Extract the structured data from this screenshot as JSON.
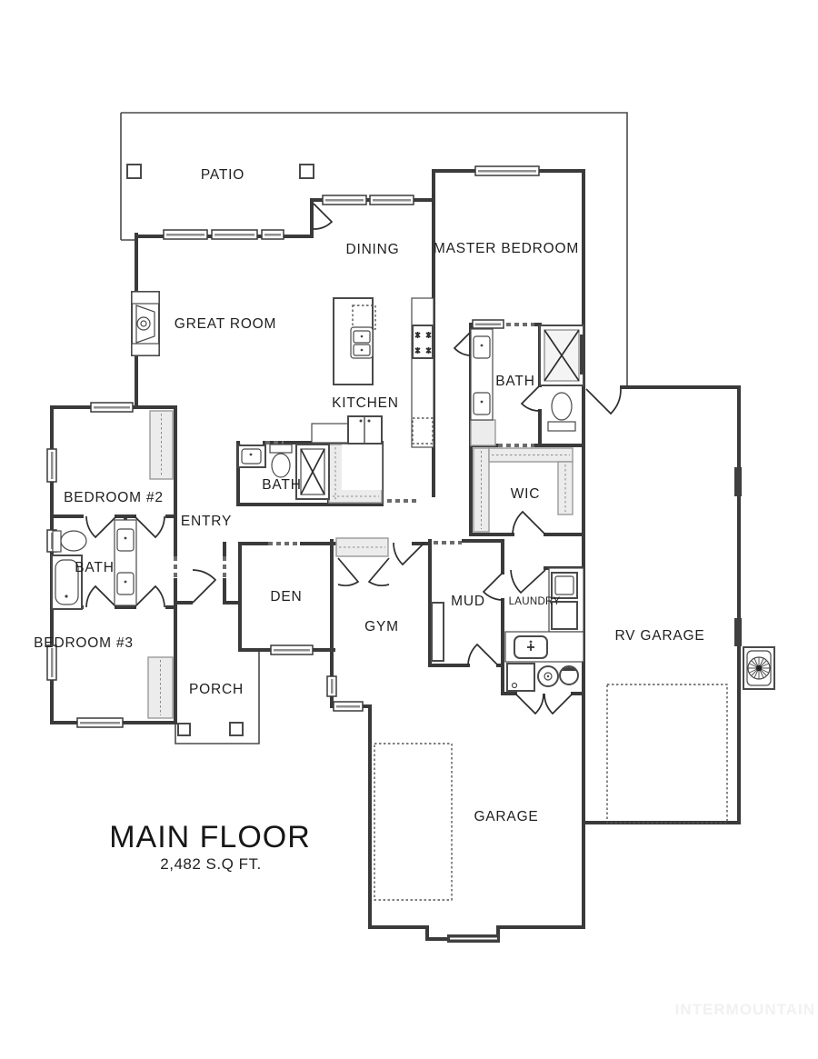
{
  "title": {
    "main": "MAIN FLOOR",
    "area": "2,482 S.Q FT."
  },
  "watermark": "INTERMOUNTAIN",
  "rooms": {
    "patio": "PATIO",
    "dining": "DINING",
    "master_bedroom": "MASTER BEDROOM",
    "great_room": "GREAT ROOM",
    "kitchen": "KITCHEN",
    "master_bath": "BATH",
    "wic": "WIC",
    "bedroom2": "BEDROOM #2",
    "entry": "ENTRY",
    "hall_bath": "BATH",
    "shared_bath": "BATH",
    "bedroom3": "BEDROOM #3",
    "den": "DEN",
    "gym": "GYM",
    "mud": "MUD",
    "laundry": "LAUNDRY",
    "rv_garage": "RV GARAGE",
    "porch": "PORCH",
    "garage": "GARAGE"
  },
  "colors": {
    "wall": "#3a3a3a",
    "shelf_fill": "#ececec",
    "watermark": "#f1f1f1",
    "background": "#ffffff"
  }
}
